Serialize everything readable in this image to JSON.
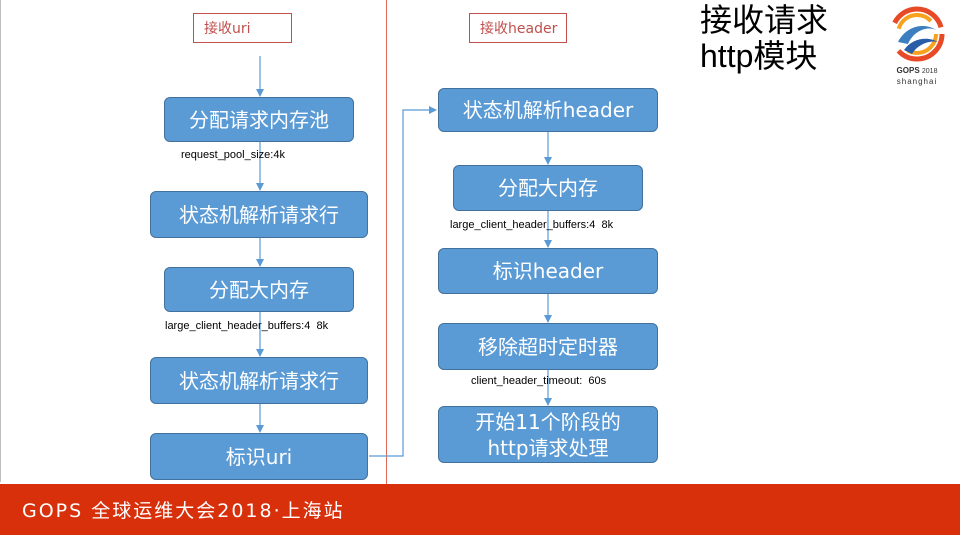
{
  "title": {
    "line1": "接收请求",
    "line2": "http模块"
  },
  "logo": {
    "name": "GOPS",
    "year": "2018",
    "city": "shanghai"
  },
  "left_flow": {
    "label": "接收uri",
    "steps": [
      "分配请求内存池",
      "状态机解析请求行",
      "分配大内存",
      "状态机解析请求行",
      "标识uri"
    ],
    "notes": [
      "request_pool_size:4k",
      "large_client_header_buffers:4  8k"
    ]
  },
  "right_flow": {
    "label": "接收header",
    "steps": [
      "状态机解析header",
      "分配大内存",
      "标识header",
      "移除超时定时器",
      "开始11个阶段的\nhttp请求处理"
    ],
    "notes": [
      "large_client_header_buffers:4  8k",
      "client_header_timeout:  60s"
    ]
  },
  "footer": {
    "text": "GOPS 全球运维大会2018·上海站"
  },
  "colors": {
    "node_fill": "#5b9bd5",
    "node_border": "#41719c",
    "label_border": "#c0504d",
    "footer_bg": "#d9300c"
  }
}
